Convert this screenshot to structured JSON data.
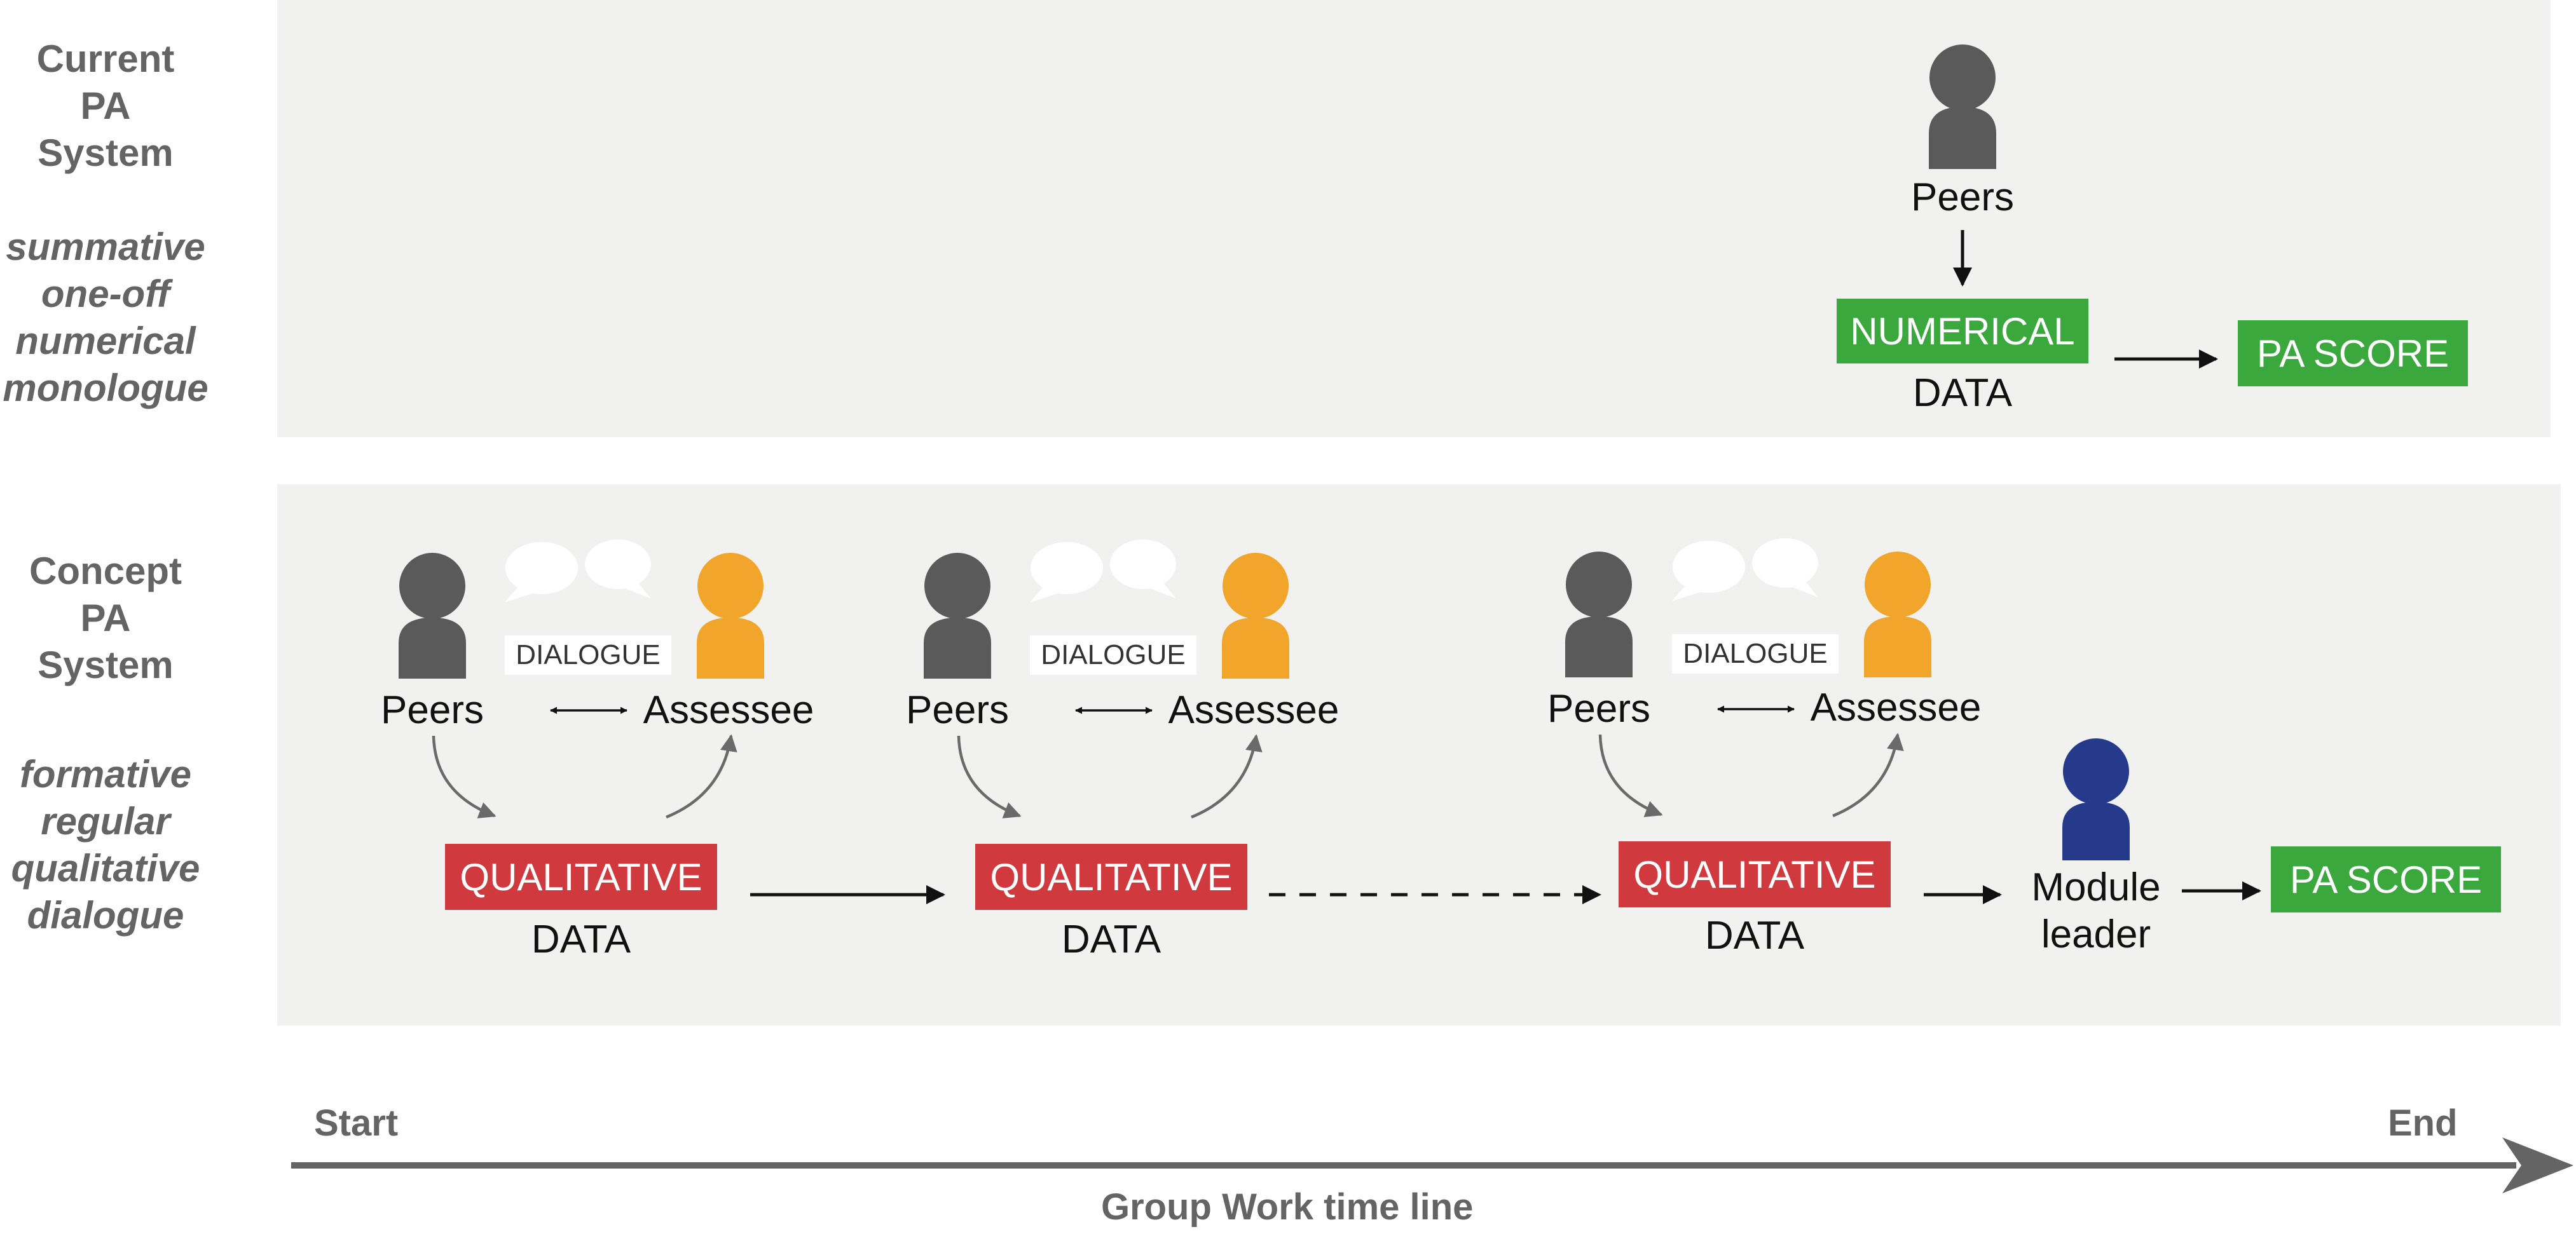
{
  "current": {
    "title": [
      "Current",
      "PA",
      "System"
    ],
    "subtitle": [
      "summative",
      "one-off",
      "numerical",
      "monologue"
    ],
    "peers_label": "Peers",
    "data_box": "NUMERICAL",
    "data_label": "DATA",
    "score_box": "PA SCORE"
  },
  "concept": {
    "title": [
      "Concept",
      "PA",
      "System"
    ],
    "subtitle": [
      "formative",
      "regular",
      "qualitative",
      "dialogue"
    ],
    "cycles": [
      {
        "dialogue": "DIALOGUE",
        "peers": "Peers",
        "assessee": "Assessee",
        "data_box": "QUALITATIVE",
        "data_label": "DATA"
      },
      {
        "dialogue": "DIALOGUE",
        "peers": "Peers",
        "assessee": "Assessee",
        "data_box": "QUALITATIVE",
        "data_label": "DATA"
      },
      {
        "dialogue": "DIALOGUE",
        "peers": "Peers",
        "assessee": "Assessee",
        "data_box": "QUALITATIVE",
        "data_label": "DATA"
      }
    ],
    "module_leader": [
      "Module",
      "leader"
    ],
    "score_box": "PA SCORE"
  },
  "timeline": {
    "start": "Start",
    "end": "End",
    "label": "Group Work time line"
  },
  "colors": {
    "panel": "#f1f1f0",
    "person_peer": "#5a5a5a",
    "person_assessee": "#f2a52b",
    "person_leader": "#263a8c",
    "qualitative": "#d0393e",
    "numerical": "#3aa83d",
    "score": "#3aa83d",
    "timeline": "#646464"
  }
}
